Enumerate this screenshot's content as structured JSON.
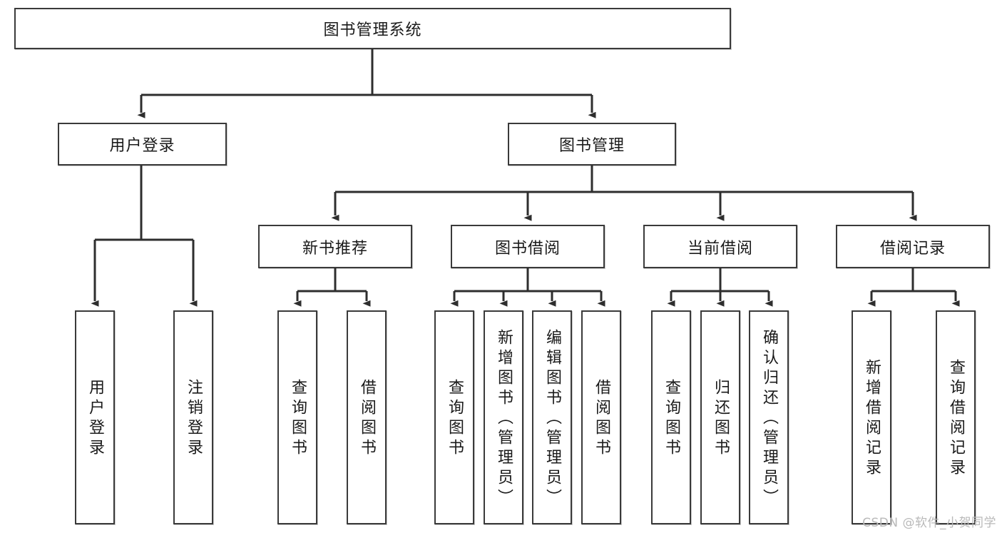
{
  "diagram": {
    "type": "tree-hierarchy",
    "title": "图书管理系统",
    "root": {
      "id": "root",
      "label": "图书管理系统",
      "orientation": "horizontal"
    },
    "level2": [
      {
        "id": "user-login",
        "label": "用户登录",
        "orientation": "horizontal"
      },
      {
        "id": "book-management",
        "label": "图书管理",
        "orientation": "horizontal"
      }
    ],
    "level3": [
      {
        "id": "new-book-recommend",
        "label": "新书推荐",
        "orientation": "horizontal",
        "parent": "book-management"
      },
      {
        "id": "book-borrow",
        "label": "图书借阅",
        "orientation": "horizontal",
        "parent": "book-management"
      },
      {
        "id": "current-borrow",
        "label": "当前借阅",
        "orientation": "horizontal",
        "parent": "book-management"
      },
      {
        "id": "borrow-record",
        "label": "借阅记录",
        "orientation": "horizontal",
        "parent": "book-management"
      }
    ],
    "leaves": [
      {
        "id": "leaf-user-login",
        "label": "用户登录",
        "orientation": "vertical",
        "parent": "user-login"
      },
      {
        "id": "leaf-logout",
        "label": "注销登录",
        "orientation": "vertical",
        "parent": "user-login"
      },
      {
        "id": "leaf-query-book-1",
        "label": "查询图书",
        "orientation": "vertical",
        "parent": "new-book-recommend"
      },
      {
        "id": "leaf-borrow-book-1",
        "label": "借阅图书",
        "orientation": "vertical",
        "parent": "new-book-recommend"
      },
      {
        "id": "leaf-query-book-2",
        "label": "查询图书",
        "orientation": "vertical",
        "parent": "book-borrow"
      },
      {
        "id": "leaf-add-book",
        "label": "新增图书（管理员）",
        "orientation": "vertical",
        "parent": "book-borrow"
      },
      {
        "id": "leaf-edit-book",
        "label": "编辑图书（管理员）",
        "orientation": "vertical",
        "parent": "book-borrow"
      },
      {
        "id": "leaf-borrow-book-2",
        "label": "借阅图书",
        "orientation": "vertical",
        "parent": "book-borrow"
      },
      {
        "id": "leaf-query-book-3",
        "label": "查询图书",
        "orientation": "vertical",
        "parent": "current-borrow"
      },
      {
        "id": "leaf-return-book",
        "label": "归还图书",
        "orientation": "vertical",
        "parent": "current-borrow"
      },
      {
        "id": "leaf-confirm-return",
        "label": "确认归还（管理员）",
        "orientation": "vertical",
        "parent": "current-borrow"
      },
      {
        "id": "leaf-add-record",
        "label": "新增借阅记录",
        "orientation": "vertical",
        "parent": "borrow-record"
      },
      {
        "id": "leaf-query-record",
        "label": "查询借阅记录",
        "orientation": "vertical",
        "parent": "borrow-record"
      }
    ]
  },
  "watermark": {
    "text": "CSDN @软件_小贺同学"
  },
  "colors": {
    "stroke": "#3a3a3a",
    "box_fill": "#ffffff",
    "text": "#1a1a1a",
    "watermark": "#b9b9b9",
    "page_background": "#ffffff"
  }
}
